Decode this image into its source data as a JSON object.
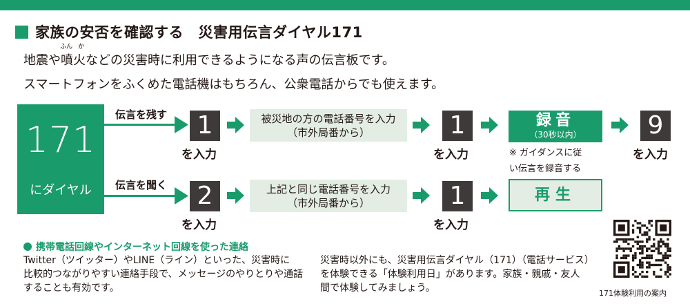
{
  "header": {
    "title": "家族の安否を確認する　災害用伝言ダイヤル171"
  },
  "intro": {
    "line1": "地震や噴火などの災害時に利用できるようになる声の伝言板です。",
    "ruby_fun": "ふん",
    "ruby_ka": "か",
    "line2": "スマートフォンをふくめた電話機はもちろん、公衆電話からでも使えます。"
  },
  "flow": {
    "start_number": "171",
    "start_label": "にダイヤル",
    "record_branch": {
      "label": "伝言を残す",
      "first_key": "1",
      "enter_text": "を入力",
      "phone_instruction_line1": "被災地の方の電話番号を入力",
      "phone_instruction_line2": "（市外局番から）",
      "second_key": "1",
      "action_title": "録音",
      "action_sub": "（30秒以内）",
      "note_line1": "※ ガイダンスに従",
      "note_line2": "い伝言を録音する",
      "final_key": "9"
    },
    "play_branch": {
      "label": "伝言を聞く",
      "first_key": "2",
      "enter_text": "を入力",
      "phone_instruction_line1": "上記と同じ電話番号を入力",
      "phone_instruction_line2": "（市外局番から）",
      "second_key": "1",
      "action_title": "再生"
    }
  },
  "internet_note": {
    "title": "携帯電話回線やインターネット回線を使った連絡",
    "lines": [
      "Twitter（ツイッター）やLINE（ライン）といった、災害時に",
      "比較的つながりやすい連絡手段で、メッセージのやりとりや通話",
      "することも有効です。"
    ]
  },
  "trial_note": {
    "lines": [
      "災害時以外にも、災害用伝言ダイヤル（171）（電話サービス）",
      "を体験できる「体験利用日」があります。家族・親戚・友人",
      "間で体験してみましょう。"
    ]
  },
  "qr": {
    "caption": "171体験利用の案内"
  },
  "colors": {
    "brand_green": "#1a9b6c",
    "light_green": "#e3ede4",
    "dark_box": "#3e3a39",
    "text": "#231815"
  },
  "icons": [
    "arrow-right-icon",
    "qr-code-icon"
  ]
}
